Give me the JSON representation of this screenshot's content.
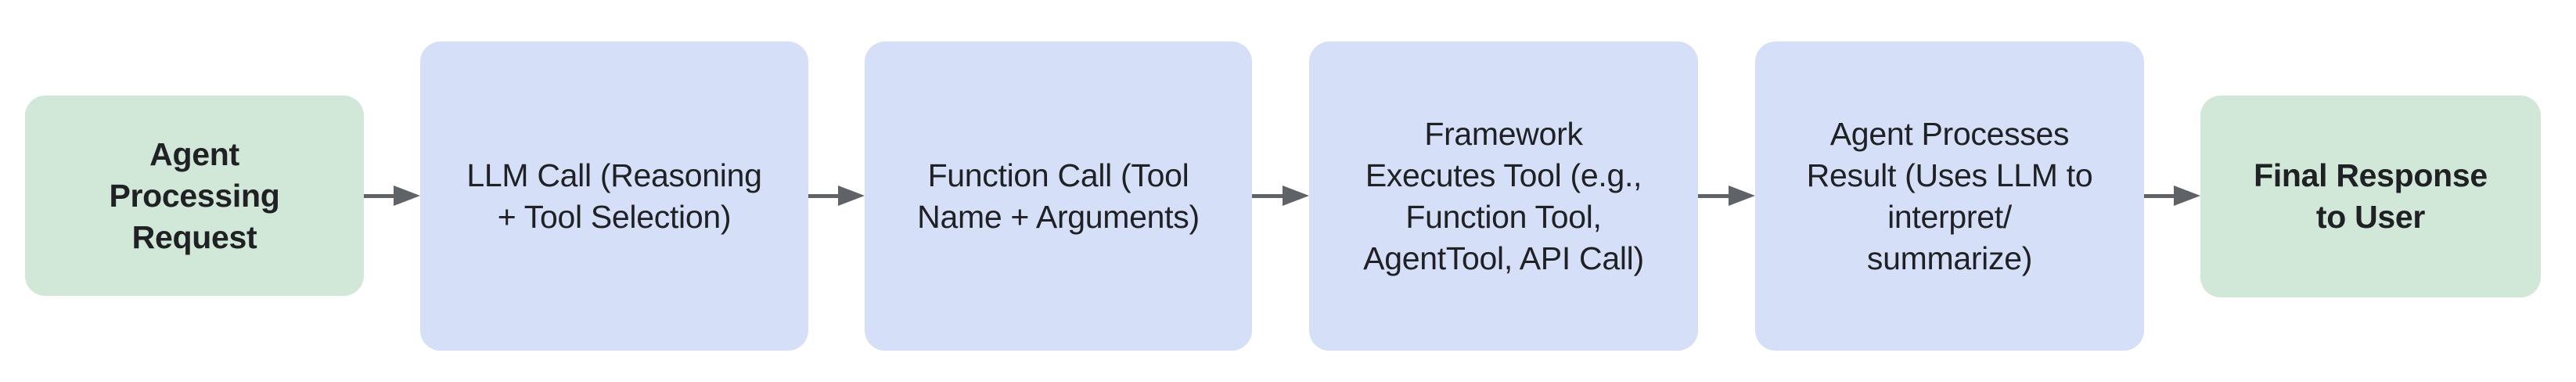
{
  "diagram": {
    "type": "flowchart",
    "direction": "left-to-right",
    "background": "#ffffff",
    "text_color": "#202124",
    "arrow_color": "#5f6368",
    "terminal_fill": "#d1e7d8",
    "process_fill": "#d5e0f8",
    "nodes": [
      {
        "id": "agent-processing-request",
        "label": "Agent\nProcessing\nRequest",
        "fill": "#d1e7d8",
        "bold": true,
        "role": "start"
      },
      {
        "id": "llm-call",
        "label": "LLM Call (Reasoning\n+ Tool Selection)",
        "fill": "#d5e0f8",
        "bold": false,
        "role": "process"
      },
      {
        "id": "function-call",
        "label": "Function Call (Tool\nName + Arguments)",
        "fill": "#d5e0f8",
        "bold": false,
        "role": "process"
      },
      {
        "id": "framework-executes-tool",
        "label": "Framework\nExecutes Tool (e.g.,\nFunction Tool,\nAgentTool, API Call)",
        "fill": "#d5e0f8",
        "bold": false,
        "role": "process"
      },
      {
        "id": "agent-processes-result",
        "label": "Agent Processes\nResult (Uses LLM to\ninterpret/\nsummarize)",
        "fill": "#d5e0f8",
        "bold": false,
        "role": "process"
      },
      {
        "id": "final-response-to-user",
        "label": "Final Response\nto User",
        "fill": "#d1e7d8",
        "bold": true,
        "role": "end"
      }
    ],
    "connections": [
      {
        "from": "agent-processing-request",
        "to": "llm-call"
      },
      {
        "from": "llm-call",
        "to": "function-call"
      },
      {
        "from": "function-call",
        "to": "framework-executes-tool"
      },
      {
        "from": "framework-executes-tool",
        "to": "agent-processes-result"
      },
      {
        "from": "agent-processes-result",
        "to": "final-response-to-user"
      }
    ]
  }
}
